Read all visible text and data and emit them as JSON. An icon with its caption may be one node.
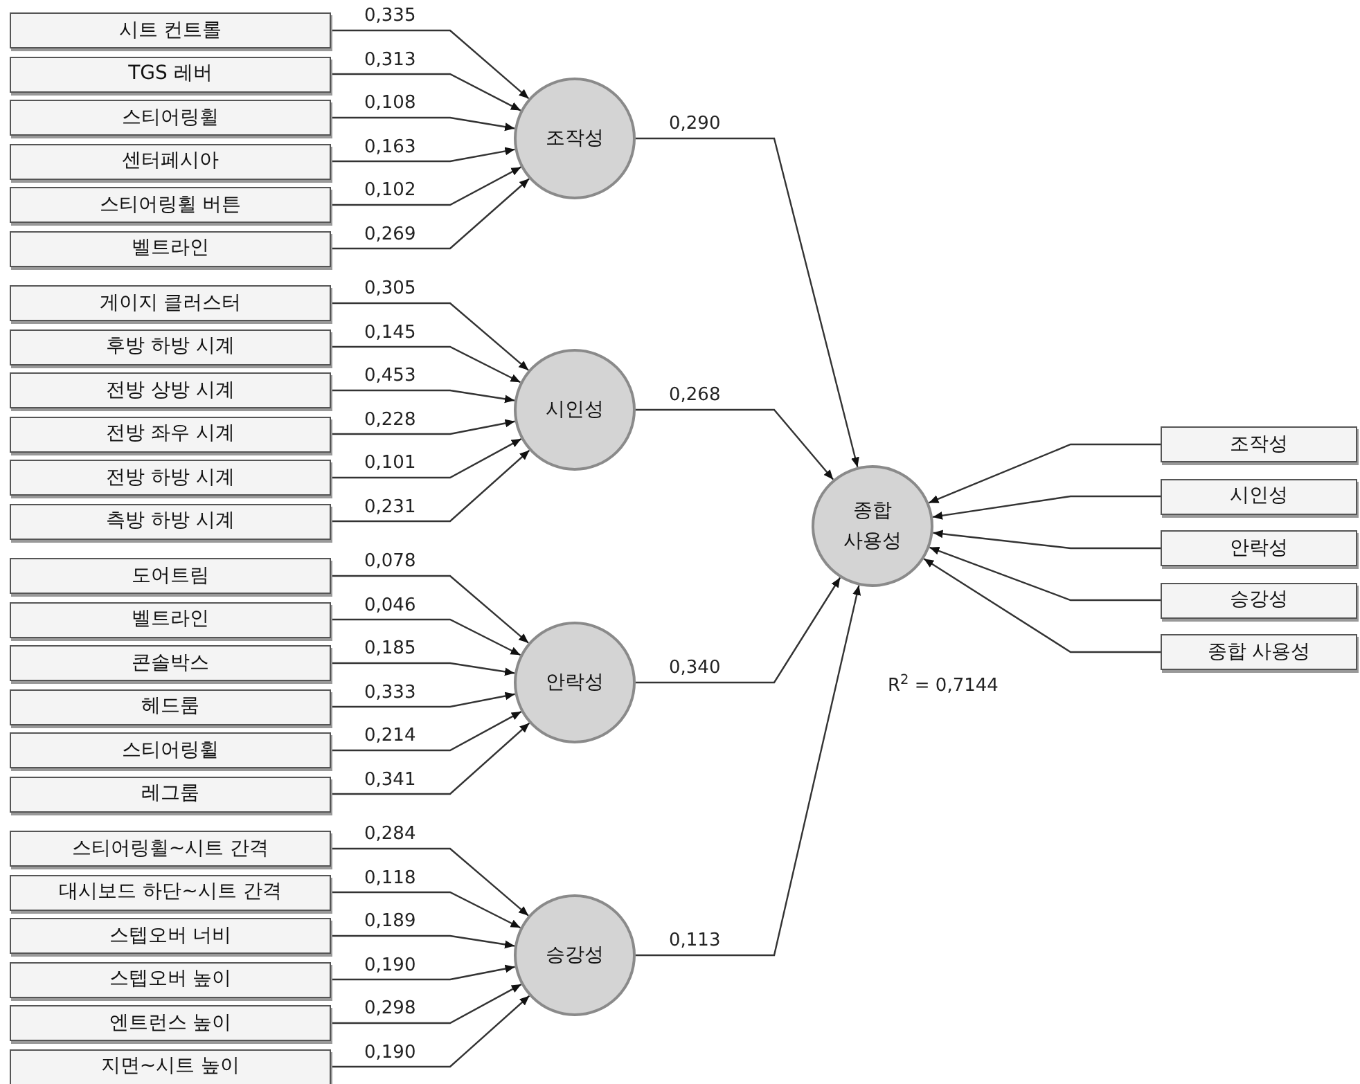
{
  "diagram": {
    "nodes": [
      {
        "text": [
          "시트 컨트롤"
        ]
      },
      {
        "text": [
          "TGS 레버"
        ]
      },
      {
        "text": [
          "스티어링휠"
        ]
      },
      {
        "text": [
          "센터페시아"
        ]
      },
      {
        "text": [
          "스티어링휠 버튼"
        ]
      },
      {
        "text": [
          "벨트라인"
        ]
      },
      {
        "text": [
          "조작성"
        ]
      },
      {
        "text": [
          "게이지 클러스터"
        ]
      },
      {
        "text": [
          "후방 하방 시계"
        ]
      },
      {
        "text": [
          "전방 상방 시계"
        ]
      },
      {
        "text": [
          "전방 좌우 시계"
        ]
      },
      {
        "text": [
          "전방 하방 시계"
        ]
      },
      {
        "text": [
          "측방 하방 시계"
        ]
      },
      {
        "text": [
          "시인성"
        ]
      },
      {
        "text": [
          "도어트림"
        ]
      },
      {
        "text": [
          "벨트라인"
        ]
      },
      {
        "text": [
          "콘솔박스"
        ]
      },
      {
        "text": [
          "헤드룸"
        ]
      },
      {
        "text": [
          "스티어링휠"
        ]
      },
      {
        "text": [
          "레그룸"
        ]
      },
      {
        "text": [
          "안락성"
        ]
      },
      {
        "text": [
          "스티어링휠~시트 간격"
        ]
      },
      {
        "text": [
          "대시보드 하단~시트 간격"
        ]
      },
      {
        "text": [
          "스텝오버 너비"
        ]
      },
      {
        "text": [
          "스텝오버 높이"
        ]
      },
      {
        "text": [
          "엔트런스 높이"
        ]
      },
      {
        "text": [
          "지면~시트 높이"
        ]
      },
      {
        "text": [
          "승강성"
        ]
      },
      {
        "text": [
          "종합 사용성"
        ]
      },
      {
        "text": [
          "조작성"
        ]
      },
      {
        "text": [
          "시인성"
        ]
      },
      {
        "text": [
          "안락성"
        ]
      },
      {
        "text": [
          "승강성"
        ]
      },
      {
        "text": [
          "종합 사용성"
        ]
      }
    ],
    "edges": [
      {
        "from": 0,
        "to": 6,
        "arrow": "to",
        "label": "0,335"
      },
      {
        "from": 1,
        "to": 6,
        "arrow": "to",
        "label": "0,313"
      },
      {
        "from": 2,
        "to": 6,
        "arrow": "to",
        "label": "0,108"
      },
      {
        "from": 3,
        "to": 6,
        "arrow": "to",
        "label": "0,163"
      },
      {
        "from": 4,
        "to": 6,
        "arrow": "to",
        "label": "0,102"
      },
      {
        "from": 5,
        "to": 6,
        "arrow": "to",
        "label": "0,269"
      },
      {
        "from": 7,
        "to": 13,
        "arrow": "to",
        "label": "0,305"
      },
      {
        "from": 8,
        "to": 13,
        "arrow": "to",
        "label": "0,145"
      },
      {
        "from": 9,
        "to": 13,
        "arrow": "to",
        "label": "0,453"
      },
      {
        "from": 10,
        "to": 13,
        "arrow": "to",
        "label": "0,228"
      },
      {
        "from": 11,
        "to": 13,
        "arrow": "to",
        "label": "0,101"
      },
      {
        "from": 12,
        "to": 13,
        "arrow": "to",
        "label": "0,231"
      },
      {
        "from": 14,
        "to": 20,
        "arrow": "to",
        "label": "0,078"
      },
      {
        "from": 15,
        "to": 20,
        "arrow": "to",
        "label": "0,046"
      },
      {
        "from": 16,
        "to": 20,
        "arrow": "to",
        "label": "0,185"
      },
      {
        "from": 17,
        "to": 20,
        "arrow": "to",
        "label": "0,333"
      },
      {
        "from": 18,
        "to": 20,
        "arrow": "to",
        "label": "0,214"
      },
      {
        "from": 19,
        "to": 20,
        "arrow": "to",
        "label": "0,341"
      },
      {
        "from": 21,
        "to": 27,
        "arrow": "to",
        "label": "0,284"
      },
      {
        "from": 22,
        "to": 27,
        "arrow": "to",
        "label": "0,118"
      },
      {
        "from": 23,
        "to": 27,
        "arrow": "to",
        "label": "0,189"
      },
      {
        "from": 24,
        "to": 27,
        "arrow": "to",
        "label": "0,190"
      },
      {
        "from": 25,
        "to": 27,
        "arrow": "to",
        "label": "0,298"
      },
      {
        "from": 26,
        "to": 27,
        "arrow": "to",
        "label": "0,190"
      },
      {
        "from": 6,
        "to": 28,
        "arrow": "to",
        "label": "0,290"
      },
      {
        "from": 13,
        "to": 28,
        "arrow": "to",
        "label": "0,268"
      },
      {
        "from": 20,
        "to": 28,
        "arrow": "to",
        "label": "0,340"
      },
      {
        "from": 27,
        "to": 28,
        "arrow": "to",
        "label": "0,113"
      },
      {
        "from": 29,
        "to": 28,
        "arrow": "to"
      },
      {
        "from": 30,
        "to": 28,
        "arrow": "to"
      },
      {
        "from": 31,
        "to": 28,
        "arrow": "to"
      },
      {
        "from": 32,
        "to": 28,
        "arrow": "to"
      },
      {
        "from": 33,
        "to": 28,
        "arrow": "to"
      }
    ],
    "labels": [
      "R$^{2}$ = 0,7144"
    ]
  }
}
